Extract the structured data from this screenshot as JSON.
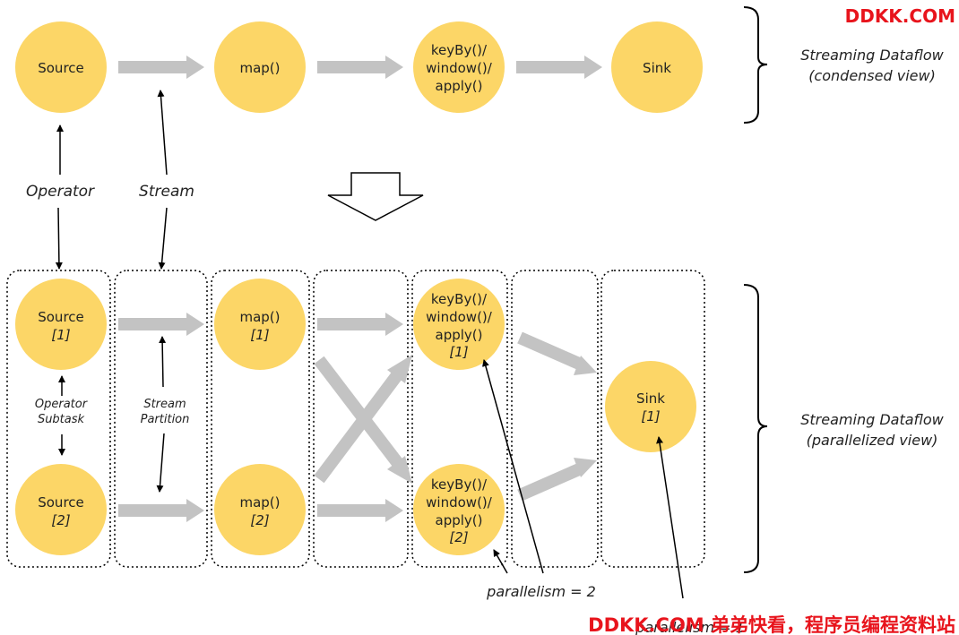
{
  "watermark": {
    "top": "DDKK.COM",
    "bottom": "DDKK.COM 弟弟快看，程序员编程资料站"
  },
  "colors": {
    "node_fill": "#fcd667",
    "arrow_gray": "#c3c3c3",
    "watermark_red": "#e8141c"
  },
  "condensed": {
    "nodes": [
      {
        "lines": [
          "Source"
        ]
      },
      {
        "lines": [
          "map()"
        ]
      },
      {
        "lines": [
          "keyBy()/",
          "window()/",
          "apply()"
        ]
      },
      {
        "lines": [
          "Sink"
        ]
      }
    ],
    "label_line1": "Streaming Dataflow",
    "label_line2": "(condensed view)"
  },
  "annotations": {
    "operator": "Operator",
    "stream": "Stream",
    "operator_subtask_line1": "Operator",
    "operator_subtask_line2": "Subtask",
    "stream_partition_line1": "Stream",
    "stream_partition_line2": "Partition",
    "parallelism_2": "parallelism = 2",
    "parallelism_1": "parallelism = 1"
  },
  "parallel": {
    "nodes": [
      {
        "lines": [
          "Source"
        ],
        "sub": "[1]"
      },
      {
        "lines": [
          "Source"
        ],
        "sub": "[2]"
      },
      {
        "lines": [
          "map()"
        ],
        "sub": "[1]"
      },
      {
        "lines": [
          "map()"
        ],
        "sub": "[2]"
      },
      {
        "lines": [
          "keyBy()/",
          "window()/",
          "apply()"
        ],
        "sub": "[1]"
      },
      {
        "lines": [
          "keyBy()/",
          "window()/",
          "apply()"
        ],
        "sub": "[2]"
      },
      {
        "lines": [
          "Sink"
        ],
        "sub": "[1]"
      }
    ],
    "label_line1": "Streaming Dataflow",
    "label_line2": "(parallelized view)"
  }
}
